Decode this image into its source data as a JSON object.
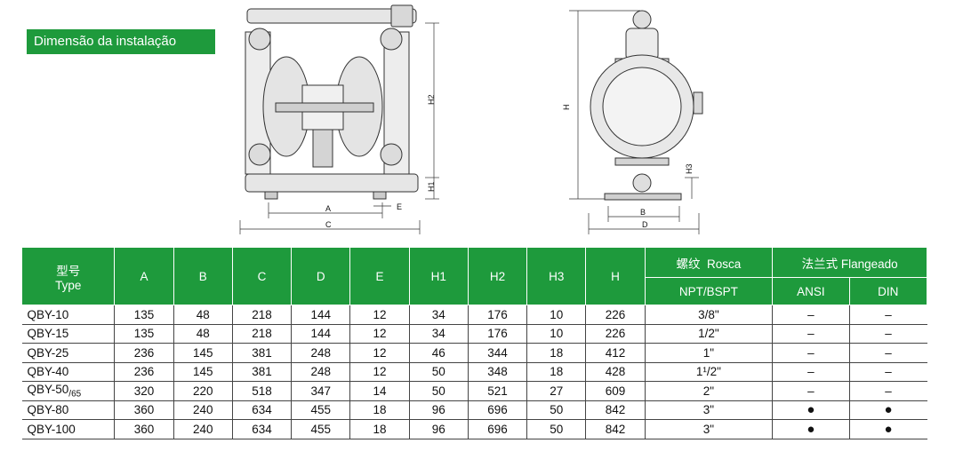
{
  "heading": "Dimensão da instalação",
  "drawing_labels": {
    "front": {
      "A": "A",
      "C": "C",
      "E": "E",
      "H1": "H1",
      "H2": "H2"
    },
    "side": {
      "B": "B",
      "D": "D",
      "H": "H",
      "H3": "H3"
    }
  },
  "table": {
    "model_header_cn": "型号",
    "model_header_en": "Type",
    "columns": [
      "A",
      "B",
      "C",
      "D",
      "E",
      "H1",
      "H2",
      "H3",
      "H"
    ],
    "rosca_header": "螺纹  Rosca",
    "rosca_sub": "NPT/BSPT",
    "flange_header": "法兰式 Flangeado",
    "flange_sub": [
      "ANSI",
      "DIN"
    ],
    "rows": [
      {
        "type": "QBY-10",
        "suffix": "",
        "A": "135",
        "B": "48",
        "C": "218",
        "D": "144",
        "E": "12",
        "H1": "34",
        "H2": "176",
        "H3": "10",
        "H": "226",
        "rosca": "3/8\"",
        "ansi": "–",
        "din": "–"
      },
      {
        "type": "QBY-15",
        "suffix": "",
        "A": "135",
        "B": "48",
        "C": "218",
        "D": "144",
        "E": "12",
        "H1": "34",
        "H2": "176",
        "H3": "10",
        "H": "226",
        "rosca": "1/2\"",
        "ansi": "–",
        "din": "–"
      },
      {
        "type": "QBY-25",
        "suffix": "",
        "A": "236",
        "B": "145",
        "C": "381",
        "D": "248",
        "E": "12",
        "H1": "46",
        "H2": "344",
        "H3": "18",
        "H": "412",
        "rosca": "1\"",
        "ansi": "–",
        "din": "–"
      },
      {
        "type": "QBY-40",
        "suffix": "",
        "A": "236",
        "B": "145",
        "C": "381",
        "D": "248",
        "E": "12",
        "H1": "50",
        "H2": "348",
        "H3": "18",
        "H": "428",
        "rosca": "1¹/2\"",
        "ansi": "–",
        "din": "–"
      },
      {
        "type": "QBY-50",
        "suffix": "/65",
        "A": "320",
        "B": "220",
        "C": "518",
        "D": "347",
        "E": "14",
        "H1": "50",
        "H2": "521",
        "H3": "27",
        "H": "609",
        "rosca": "2\"",
        "ansi": "–",
        "din": "–"
      },
      {
        "type": "QBY-80",
        "suffix": "",
        "A": "360",
        "B": "240",
        "C": "634",
        "D": "455",
        "E": "18",
        "H1": "96",
        "H2": "696",
        "H3": "50",
        "H": "842",
        "rosca": "3\"",
        "ansi": "●",
        "din": "●"
      },
      {
        "type": "QBY-100",
        "suffix": "",
        "A": "360",
        "B": "240",
        "C": "634",
        "D": "455",
        "E": "18",
        "H1": "96",
        "H2": "696",
        "H3": "50",
        "H": "842",
        "rosca": "3\"",
        "ansi": "●",
        "din": "●"
      }
    ]
  },
  "colors": {
    "accent": "#1e9a3c",
    "line": "#444444"
  }
}
